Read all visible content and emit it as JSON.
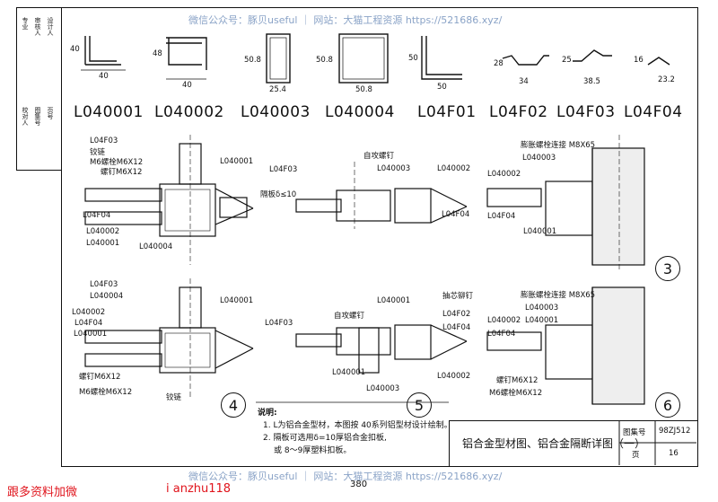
{
  "watermark_top": "微信公众号：豚贝useful ｜ 网站：大猫工程资源 https://521686.xyz/",
  "watermark_bottom": "微信公众号：豚贝useful ｜ 网站：大猫工程资源 https://521686.xyz/",
  "page_number": "380",
  "left_strip": {
    "rows": [
      "专业",
      "审核人",
      "设计人",
      "校对人",
      "图集号",
      "页号"
    ]
  },
  "profiles": [
    {
      "code": "L040001",
      "dims": [
        "40",
        "40"
      ]
    },
    {
      "code": "L040002",
      "dims": [
        "48",
        "40"
      ]
    },
    {
      "code": "L040003",
      "dims": [
        "50.8",
        "25.4"
      ]
    },
    {
      "code": "L040004",
      "dims": [
        "50.8",
        "50.8"
      ]
    },
    {
      "code": "L04F01",
      "dims": [
        "50",
        "50"
      ]
    },
    {
      "code": "L04F02",
      "dims": [
        "28",
        "34"
      ]
    },
    {
      "code": "L04F03",
      "dims": [
        "25",
        "38.5"
      ]
    },
    {
      "code": "L04F04",
      "dims": [
        "16",
        "23.2"
      ]
    }
  ],
  "details": {
    "d1": [
      "L04F03",
      "铰链",
      "M6螺栓M6X12",
      "螺钉M6X12",
      "L040001",
      "L04F03",
      "L04F04",
      "L040002",
      "L040001",
      "L040004",
      "隔板δ≤10"
    ],
    "d2": [
      "自攻螺钉",
      "L040003",
      "L040002",
      "L04F04"
    ],
    "d3": [
      "膨胀螺栓连接 M8X65",
      "L040003",
      "L040002",
      "L04F04",
      "L040001"
    ],
    "d4": [
      "L04F03",
      "L040004",
      "L040001",
      "L040002",
      "L04F04",
      "L040001",
      "L04F03",
      "螺钉M6X12",
      "M6螺栓M6X12",
      "铰链"
    ],
    "d5": [
      "L040001",
      "自攻螺钉",
      "抽芯铆钉",
      "L04F02",
      "L04F04",
      "L040001",
      "L040003",
      "L040002"
    ],
    "d6": [
      "膨胀螺栓连接 M8X65",
      "L040003",
      "L040002",
      "L040001",
      "L04F04",
      "螺钉M6X12",
      "M6螺栓M6X12"
    ]
  },
  "detail_numbers": [
    "3",
    "4",
    "5",
    "6"
  ],
  "notes": {
    "heading": "说明:",
    "line1": "1. L为铝合金型材，本图按 40系列铝型材设计绘制。",
    "line2": "2. 隔板可选用δ=10厚铝合金扣板,",
    "line3": "或 8～9厚塑料扣板。"
  },
  "title_block": {
    "title": "铝合金型材图、铝合金隔断详图（一）",
    "atlas_label": "图集号",
    "atlas_no": "98ZJ512",
    "page_label": "页",
    "page_no": "16"
  },
  "footer_left": "跟多资料加微",
  "footer_right": "i anzhu118"
}
